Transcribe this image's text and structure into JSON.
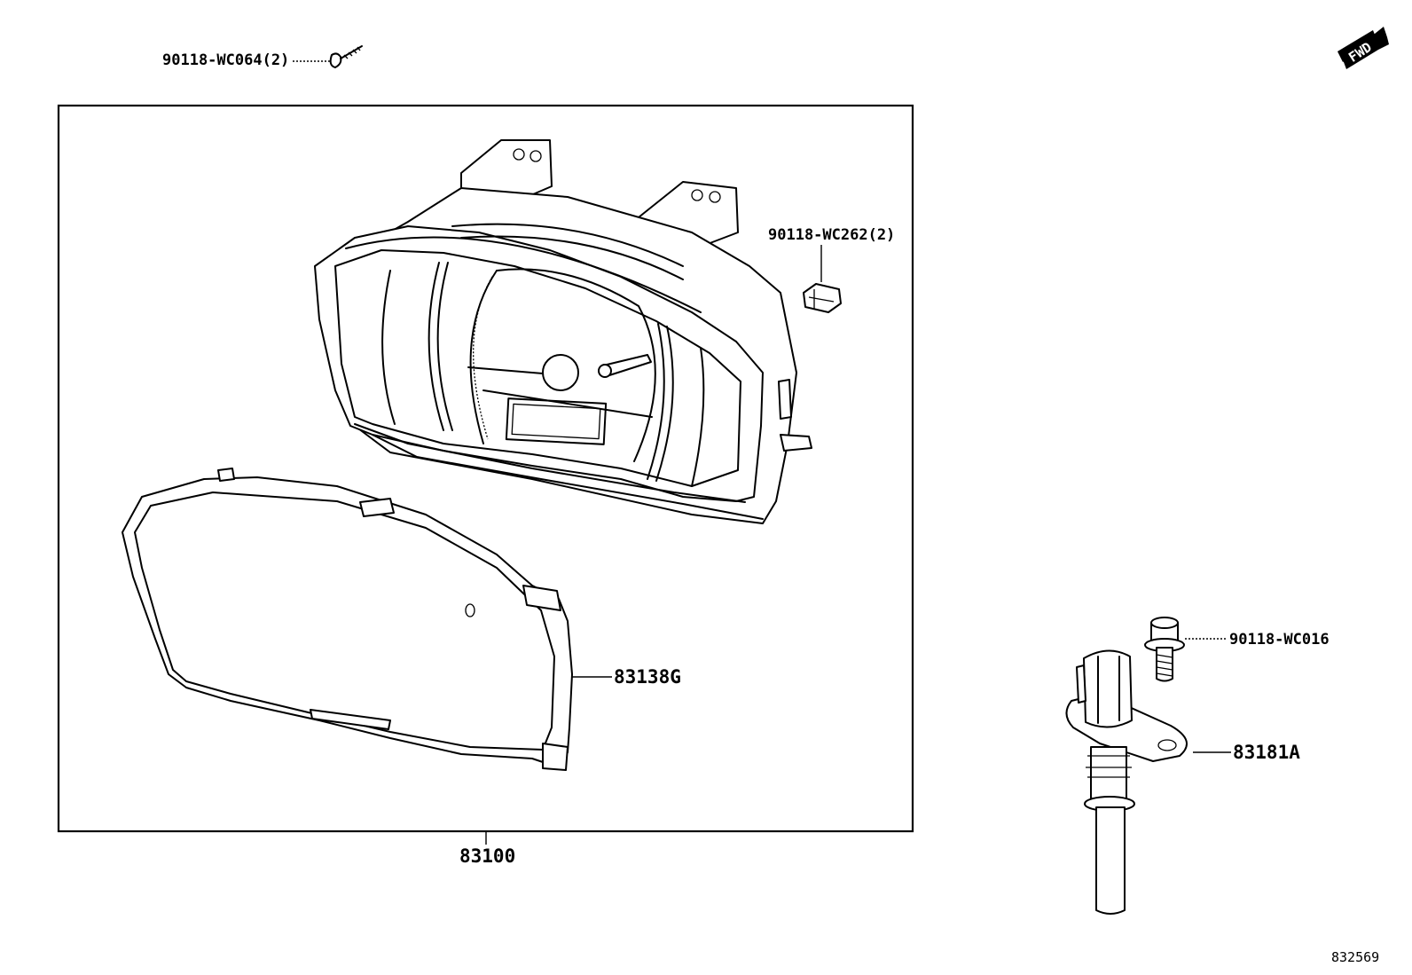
{
  "parts": {
    "screw_top": "90118-WC064(2)",
    "clip": "90118-WC262(2)",
    "meter_assembly": "83100",
    "lens_glass": "83138G",
    "bolt": "90118-WC016",
    "speed_sensor": "83181A"
  },
  "fwd_indicator": "FWD",
  "diagram_id": "832569"
}
